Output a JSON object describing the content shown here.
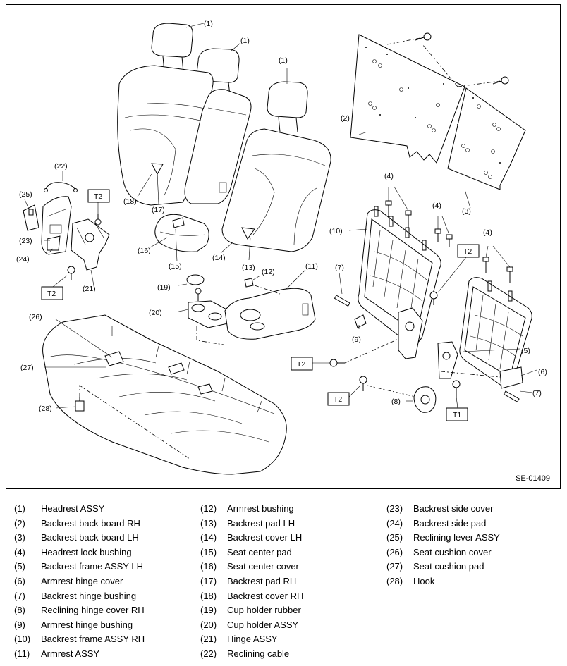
{
  "diagram": {
    "drawing_id": "SE-01409",
    "callouts": {
      "c1a": "(1)",
      "c1b": "(1)",
      "c1c": "(1)",
      "c2": "(2)",
      "c3": "(3)",
      "c4a": "(4)",
      "c4b": "(4)",
      "c4c": "(4)",
      "c5": "(5)",
      "c6": "(6)",
      "c7a": "(7)",
      "c7b": "(7)",
      "c8": "(8)",
      "c9": "(9)",
      "c10": "(10)",
      "c11": "(11)",
      "c12": "(12)",
      "c13": "(13)",
      "c14": "(14)",
      "c15": "(15)",
      "c16": "(16)",
      "c17": "(17)",
      "c18": "(18)",
      "c19": "(19)",
      "c20": "(20)",
      "c21": "(21)",
      "c22": "(22)",
      "c23": "(23)",
      "c24": "(24)",
      "c25": "(25)",
      "c26": "(26)",
      "c27": "(27)",
      "c28": "(28)"
    },
    "torque": {
      "t2a": "T2",
      "t2b": "T2",
      "t2c": "T2",
      "t2d": "T2",
      "t2e": "T2",
      "t1": "T1"
    }
  },
  "legend": {
    "columns": [
      [
        {
          "num": "(1)",
          "name": "Headrest ASSY"
        },
        {
          "num": "(2)",
          "name": "Backrest back board RH"
        },
        {
          "num": "(3)",
          "name": "Backrest back board LH"
        },
        {
          "num": "(4)",
          "name": "Headrest lock bushing"
        },
        {
          "num": "(5)",
          "name": "Backrest frame ASSY LH"
        },
        {
          "num": "(6)",
          "name": "Armrest hinge cover"
        },
        {
          "num": "(7)",
          "name": "Backrest hinge bushing"
        },
        {
          "num": "(8)",
          "name": "Reclining hinge cover RH"
        },
        {
          "num": "(9)",
          "name": "Armrest hinge bushing"
        },
        {
          "num": "(10)",
          "name": "Backrest frame ASSY RH"
        },
        {
          "num": "(11)",
          "name": "Armrest ASSY"
        }
      ],
      [
        {
          "num": "(12)",
          "name": "Armrest bushing"
        },
        {
          "num": "(13)",
          "name": "Backrest pad LH"
        },
        {
          "num": "(14)",
          "name": "Backrest cover LH"
        },
        {
          "num": "(15)",
          "name": "Seat center pad"
        },
        {
          "num": "(16)",
          "name": "Seat center cover"
        },
        {
          "num": "(17)",
          "name": "Backrest pad RH"
        },
        {
          "num": "(18)",
          "name": "Backrest cover RH"
        },
        {
          "num": "(19)",
          "name": "Cup holder rubber"
        },
        {
          "num": "(20)",
          "name": "Cup holder ASSY"
        },
        {
          "num": "(21)",
          "name": "Hinge ASSY"
        },
        {
          "num": "(22)",
          "name": "Reclining cable"
        }
      ],
      [
        {
          "num": "(23)",
          "name": "Backrest side cover"
        },
        {
          "num": "(24)",
          "name": "Backrest side pad"
        },
        {
          "num": "(25)",
          "name": "Reclining lever ASSY"
        },
        {
          "num": "(26)",
          "name": "Seat cushion cover"
        },
        {
          "num": "(27)",
          "name": "Seat cushion pad"
        },
        {
          "num": "(28)",
          "name": "Hook"
        }
      ]
    ]
  }
}
